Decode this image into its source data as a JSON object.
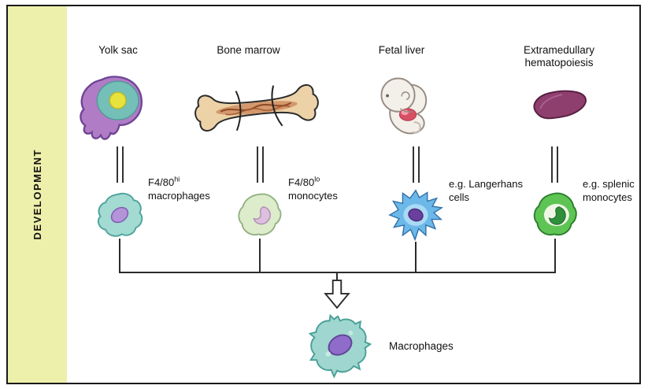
{
  "figure": {
    "sidebar_label": "DEVELOPMENT"
  },
  "columns": [
    {
      "source": "Yolk sac",
      "illustration": "yolk-sac",
      "cell_icon": "f4-80hi-macrophage-cell",
      "cell_label_prefix": "F4/80",
      "cell_label_sup": "hi",
      "cell_label_rest": "macrophages"
    },
    {
      "source": "Bone marrow",
      "illustration": "bone-marrow",
      "cell_icon": "f4-80lo-monocyte-cell",
      "cell_label_prefix": "F4/80",
      "cell_label_sup": "lo",
      "cell_label_rest": "monocytes"
    },
    {
      "source": "Fetal liver",
      "illustration": "fetal-liver",
      "cell_icon": "langerhans-cell",
      "cell_label": "e.g. Langerhans cells"
    },
    {
      "source": "Extramedullary hematopoiesis",
      "illustration": "spleen",
      "cell_icon": "splenic-monocyte-cell",
      "cell_label": "e.g. splenic monocytes"
    }
  ],
  "output": {
    "label": "Macrophages",
    "cell_icon": "macrophage-cell"
  },
  "colors": {
    "sidebar_bg": "#edf0ab",
    "frame_border": "#1a1a1a",
    "line": "#2b2b2b",
    "yolk_sac_outer": "#b07cc6",
    "yolk_sac_inner": "#74bfb8",
    "yolk_sac_nucleus": "#e8e33c",
    "bone_body": "#edd2a8",
    "bone_marrow": "#c97f52",
    "fetus_body": "#f3efe9",
    "fetal_liver_organ": "#d94f63",
    "spleen_body": "#8e3f6e",
    "macrophage_body": "#a3dad2",
    "macrophage_nucleus": "#8f6cc9",
    "monocyte_body": "#ddeccb",
    "monocyte_nucleus": "#dcc0de",
    "langerhans_body": "#6cb8e8",
    "langerhans_nucleus": "#6a3f9e",
    "splenic_monocyte_body": "#5ec454",
    "splenic_monocyte_nucleus": "#2f8f3a"
  }
}
